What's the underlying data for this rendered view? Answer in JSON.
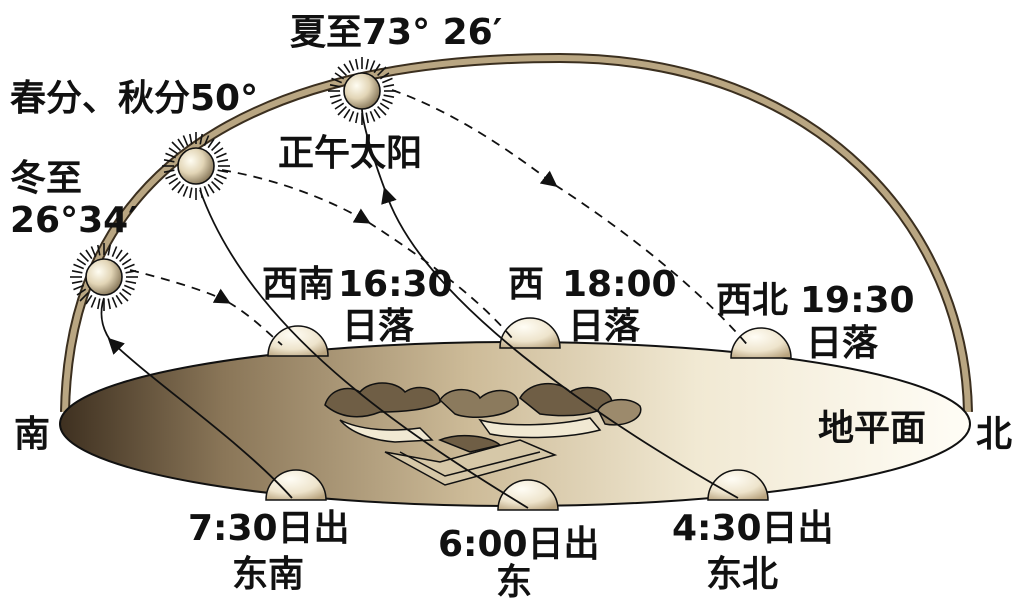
{
  "labels": {
    "summer_solstice": "夏至73° 26′",
    "equinox": "春分、秋分50°",
    "winter_solstice_line1": "冬至",
    "winter_solstice_line2": "26°34′",
    "noon_sun": "正午太阳",
    "south": "南",
    "north": "北",
    "horizon_plane": "地平面",
    "sunset_sw_dir": "西南",
    "sunset_sw_time": "16:30",
    "sunset_sw_word": "日落",
    "sunset_w_dir": "西",
    "sunset_w_time": "18:00",
    "sunset_w_word": "日落",
    "sunset_nw_dir": "西北",
    "sunset_nw_time": "19:30",
    "sunset_nw_word": "日落",
    "sunrise_se_time": "7:30日出",
    "sunrise_se_dir": "东南",
    "sunrise_e_time": "6:00日出",
    "sunrise_e_dir": "东",
    "sunrise_ne_time": "4:30日出",
    "sunrise_ne_dir": "东北"
  },
  "colors": {
    "meridian_arc": "#9c8a6c",
    "plane_dark": "#4a3a25",
    "plane_light": "#fbf6e8",
    "sun_core": "#d9ccae",
    "sun_dark": "#6b5a3d"
  },
  "icons": [
    "sun-icon",
    "arrow-icon",
    "landscape-icon"
  ]
}
